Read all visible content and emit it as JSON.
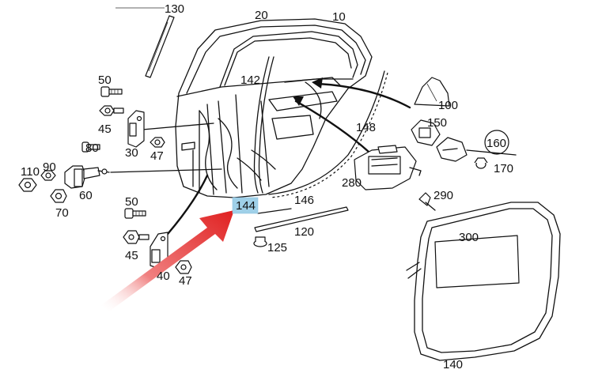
{
  "diagram": {
    "labels": {
      "p130": "130",
      "p20": "20",
      "p10": "10",
      "p142": "142",
      "p148": "148",
      "p50a": "50",
      "p45a": "45",
      "p30": "30",
      "p47a": "47",
      "p80": "80",
      "p110": "110",
      "p90": "90",
      "p60": "60",
      "p70": "70",
      "p50b": "50",
      "p45b": "45",
      "p40": "40",
      "p47b": "47",
      "p144": "144",
      "p146": "146",
      "p120": "120",
      "p125": "125",
      "p100": "100",
      "p150": "150",
      "p160": "160",
      "p170": "170",
      "p280": "280",
      "p290": "290",
      "p300": "300",
      "p140": "140"
    },
    "highlight_color": "#9fd0e8",
    "arrow_color": "#e02020"
  }
}
